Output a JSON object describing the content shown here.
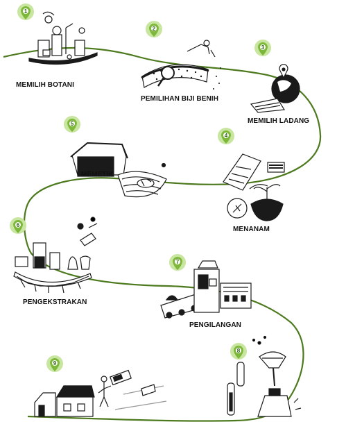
{
  "colors": {
    "path": "#4d7a1e",
    "pin_fill": "#7db83a",
    "pin_ring": "#c8e6a0",
    "ink": "#1a1a1a"
  },
  "steps": [
    {
      "num": "1",
      "label": "MEMILIH BOTANI",
      "icon": "botanical-selection-icon"
    },
    {
      "num": "2",
      "label": "PEMILIHAN BIJI BENIH",
      "icon": "seed-tray-icon"
    },
    {
      "num": "3",
      "label": "MEMILIH LADANG",
      "icon": "globe-location-icon"
    },
    {
      "num": "4",
      "label": "MENANAM",
      "icon": "planting-icon"
    },
    {
      "num": "5",
      "label": "MEMETIK",
      "icon": "harvest-barn-icon"
    },
    {
      "num": "6",
      "label": "PENGEKSTRAKAN",
      "icon": "extraction-lab-icon"
    },
    {
      "num": "7",
      "label": "PENGILANGAN",
      "icon": "milling-machine-icon"
    },
    {
      "num": "8",
      "label": "",
      "icon": "quality-test-icon"
    },
    {
      "num": "9",
      "label": "",
      "icon": "distribution-icon"
    }
  ]
}
